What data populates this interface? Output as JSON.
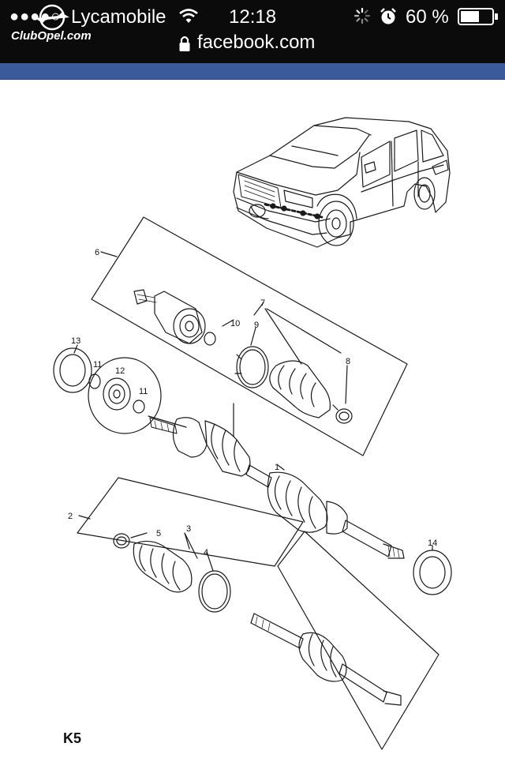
{
  "status_bar": {
    "signal": "●●●●○",
    "carrier": "Lycamobile",
    "time": "12:18",
    "battery_percent": "60 %",
    "battery_level": 0.6
  },
  "watermark": {
    "text": "ClubOpel.com"
  },
  "browser": {
    "url": "facebook.com"
  },
  "colors": {
    "status_bg": "#0b0b0b",
    "facebook_blue": "#3a5a9b",
    "page_bg": "#ffffff"
  },
  "diagram": {
    "callouts": {
      "c1": "1",
      "c2": "2",
      "c3": "3",
      "c4": "4",
      "c5": "5",
      "c6": "6",
      "c7": "7",
      "c8": "8",
      "c9": "9",
      "c10": "10",
      "c11a": "11",
      "c11b": "11",
      "c12": "12",
      "c13": "13",
      "c14": "14"
    },
    "page_code": "K5"
  }
}
